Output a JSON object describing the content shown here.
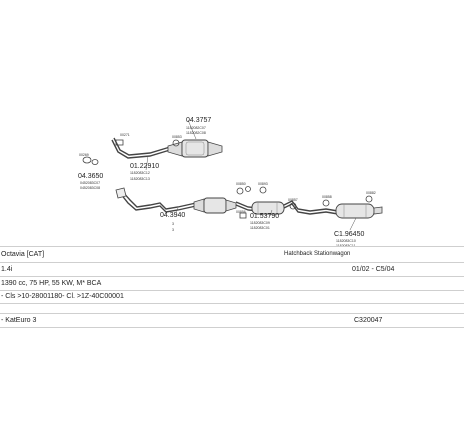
{
  "parts": {
    "p_04_3757": "04.3757",
    "p_04_3757_a": "1182082C07",
    "p_04_3757_b": "1182082C08",
    "p_01_22910": "01.22910",
    "p_01_22910_a": "1182083C12",
    "p_01_22910_b": "1182083C13",
    "p_04_3650": "04.3650",
    "p_04_3650_a": "0452083C07",
    "p_04_3650_b": "0452083C08",
    "p_04_3940": "04.3940",
    "p_01_53790": "01.53790",
    "p_01_53790_a": "1182083C09",
    "p_01_53790_b": "1182083C01",
    "p_c1_96450": "C1.96450",
    "p_c1_96450_a": "1182083C10",
    "p_c1_96450_b": "1182083C11",
    "s_00271": "00271",
    "s_00269": "00269",
    "s_00853": "00853",
    "s_00850": "00850",
    "s_00893": "00893",
    "s_00857": "00857",
    "s_00858": "00858",
    "s_00856": "00856",
    "s_00882": "00882"
  },
  "info": {
    "model": "Octavia [CAT]",
    "body": "Hatchback Stationwagon",
    "engine": "1.4i",
    "dates": "01/02 - C5/04",
    "spec": "1390 cc, 75 HP, 55 KW, M* BCA",
    "codes": "- Cls >10-28001180- Cl. >1Z-40C00001",
    "note": "- KatEuro 3",
    "code": "C320047"
  }
}
